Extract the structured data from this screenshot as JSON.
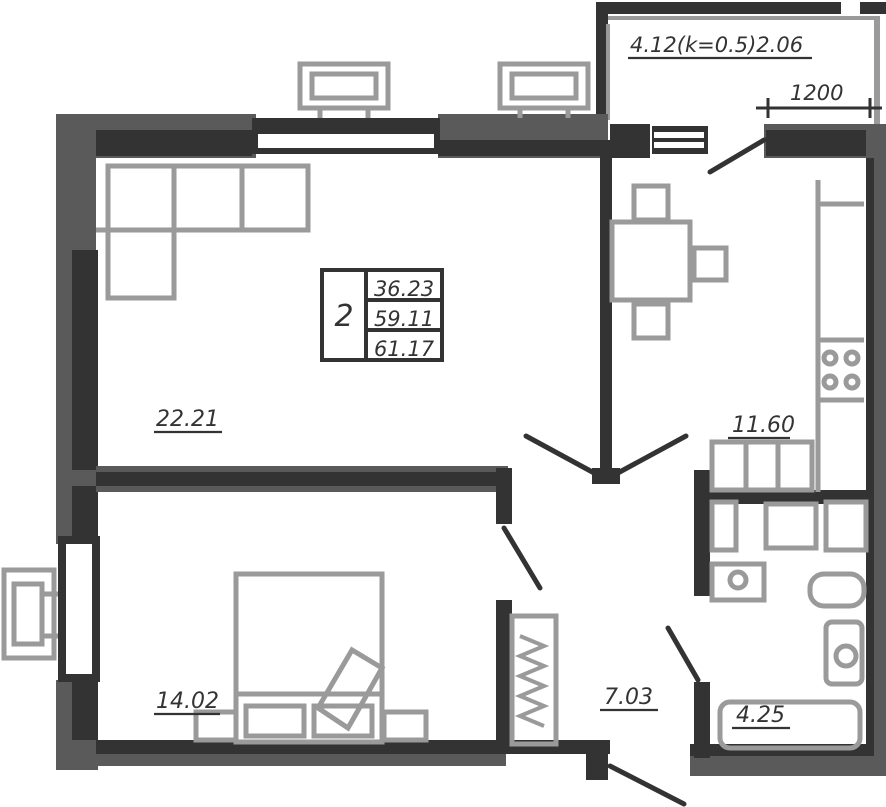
{
  "colors": {
    "wall": "#333333",
    "wall_outer": "#5a5a5a",
    "furniture": "#9a9a9a",
    "text": "#333333",
    "background": "#ffffff"
  },
  "apartment": {
    "rooms_count": "2",
    "living_area": "36.23",
    "total_area": "59.11",
    "total_area_with_balcony": "61.17"
  },
  "balcony": {
    "label": "4.12(k=0.5)2.06"
  },
  "dimension": {
    "value": "1200"
  },
  "rooms": {
    "living_room": "22.21",
    "kitchen": "11.60",
    "bedroom": "14.02",
    "hallway": "7.03",
    "bathroom": "4.25"
  }
}
